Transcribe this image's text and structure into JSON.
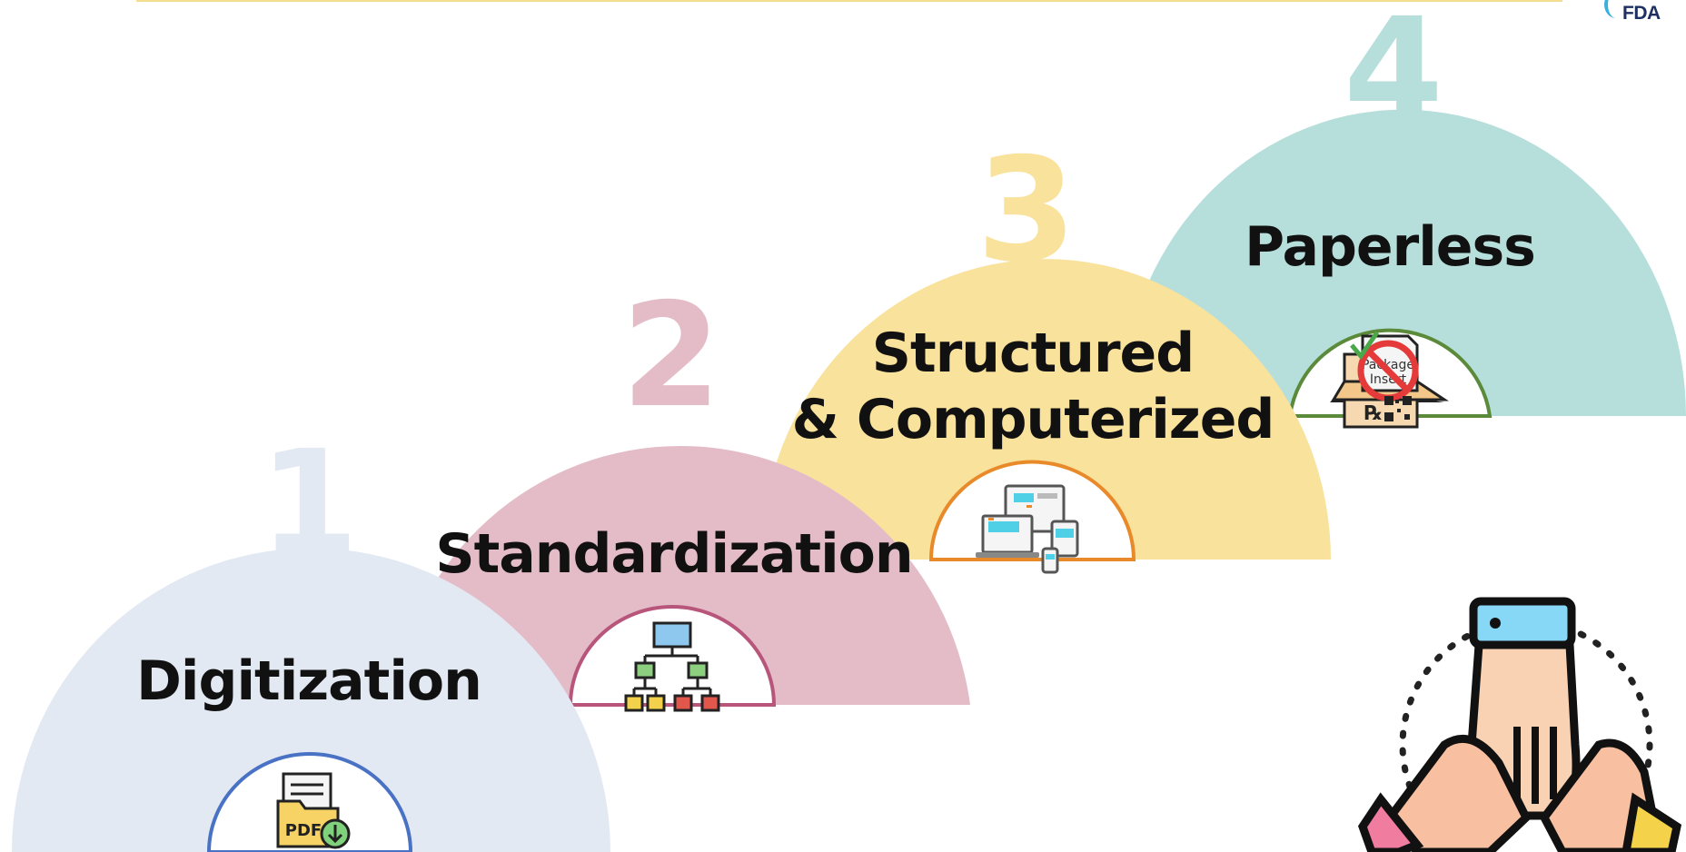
{
  "header": {
    "logo_text": "FDA"
  },
  "steps": [
    {
      "number": "1",
      "label_lines": [
        "Digitization"
      ],
      "color": "#e3e9f2",
      "numColor": "#e3e9f2",
      "ringColor": "#4a72c4",
      "icon": "pdf-download-icon"
    },
    {
      "number": "2",
      "label_lines": [
        "Standardization"
      ],
      "color": "#e4bcc8",
      "numColor": "#e4bcc8",
      "ringColor": "#b8557a",
      "icon": "hierarchy-chart-icon"
    },
    {
      "number": "3",
      "label_lines": [
        "Structured",
        "& Computerized"
      ],
      "color": "#f9e29c",
      "numColor": "#f9e29c",
      "ringColor": "#e98a2a",
      "icon": "multi-device-icon"
    },
    {
      "number": "4",
      "label_lines": [
        "Paperless"
      ],
      "color": "#b6dfdc",
      "numColor": "#b6dfdc",
      "ringColor": "#5a8a3a",
      "icon": "no-package-insert-qr-icon"
    }
  ],
  "icons": {
    "pdf_text": "PDF",
    "package_insert_text": [
      "Package",
      "Insert"
    ],
    "rx_text": "℞"
  },
  "decor": {
    "teamwork_icon": "hands-together-icon"
  }
}
